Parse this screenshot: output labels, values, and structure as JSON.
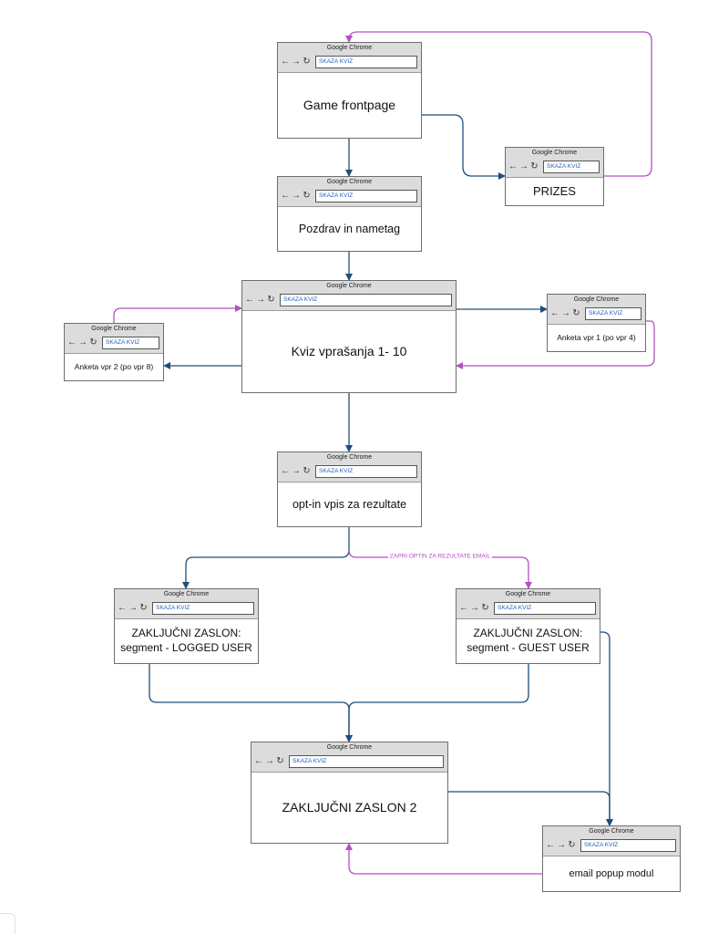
{
  "window": {
    "app_title": "Google Chrome",
    "url": "SKAZA KVIZ",
    "nav_icons": [
      "back-arrow-icon",
      "forward-arrow-icon",
      "reload-icon"
    ]
  },
  "colors": {
    "navy_edge": "#1f4e79",
    "purple_edge": "#b44fc4"
  },
  "nodes": {
    "frontpage": {
      "label": "Game frontpage"
    },
    "prizes": {
      "label": "PRIZES"
    },
    "pozdrav": {
      "label": "Pozdrav in nametag"
    },
    "kviz": {
      "label": "Kviz vprašanja 1- 10"
    },
    "anketa2": {
      "label": "Anketa vpr 2 (po vpr 8)"
    },
    "anketa1": {
      "label": "Anketa vpr 1 (po vpr 4)"
    },
    "optin": {
      "label": "opt-in vpis za rezultate"
    },
    "logged": {
      "label": "ZAKLJUČNI ZASLON:\nsegment - LOGGED USER"
    },
    "guest": {
      "label": "ZAKLJUČNI ZASLON:\nsegment - GUEST USER"
    },
    "zaslon2": {
      "label": "ZAKLJUČNI ZASLON 2"
    },
    "email": {
      "label": "email popup modul"
    }
  },
  "edges": [
    {
      "from": "frontpage",
      "to": "pozdrav",
      "color": "navy"
    },
    {
      "from": "frontpage",
      "to": "prizes",
      "color": "navy"
    },
    {
      "from": "prizes",
      "to": "frontpage",
      "color": "purple"
    },
    {
      "from": "pozdrav",
      "to": "kviz",
      "color": "navy"
    },
    {
      "from": "kviz",
      "to": "anketa1",
      "color": "navy"
    },
    {
      "from": "anketa1",
      "to": "kviz",
      "color": "purple"
    },
    {
      "from": "kviz",
      "to": "anketa2",
      "color": "navy"
    },
    {
      "from": "anketa2",
      "to": "kviz",
      "color": "purple"
    },
    {
      "from": "kviz",
      "to": "optin",
      "color": "navy"
    },
    {
      "from": "optin",
      "to": "logged",
      "color": "navy"
    },
    {
      "from": "optin",
      "to": "guest",
      "color": "purple",
      "label": "ZAPRI OPTIN ZA REZULTATE EMAIL"
    },
    {
      "from": "logged",
      "to": "zaslon2",
      "color": "navy"
    },
    {
      "from": "guest",
      "to": "zaslon2",
      "color": "navy"
    },
    {
      "from": "guest",
      "to": "email",
      "color": "navy"
    },
    {
      "from": "zaslon2",
      "to": "email",
      "color": "navy"
    },
    {
      "from": "email",
      "to": "zaslon2",
      "color": "purple"
    }
  ]
}
